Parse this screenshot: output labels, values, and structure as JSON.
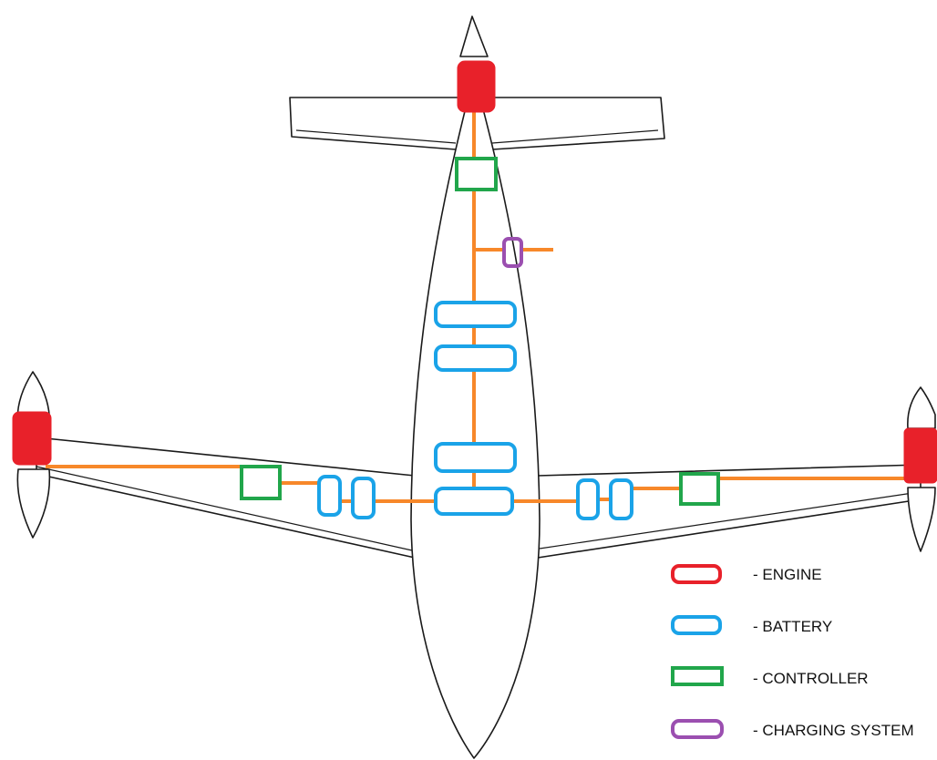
{
  "colors": {
    "engine": "#e8212a",
    "battery": "#1aa3e8",
    "controller": "#21a64b",
    "charging_system": "#9b4fb0",
    "wiring": "#f7882a",
    "outline": "#1a1a1a"
  },
  "legend": {
    "items": [
      {
        "label": "- ENGINE",
        "color_key": "engine",
        "icon": "engine-swatch"
      },
      {
        "label": "- BATTERY",
        "color_key": "battery",
        "icon": "battery-swatch"
      },
      {
        "label": "- CONTROLLER",
        "color_key": "controller",
        "icon": "controller-swatch"
      },
      {
        "label": "- CHARGING SYSTEM",
        "color_key": "charging_system",
        "icon": "charging-system-swatch"
      }
    ]
  }
}
